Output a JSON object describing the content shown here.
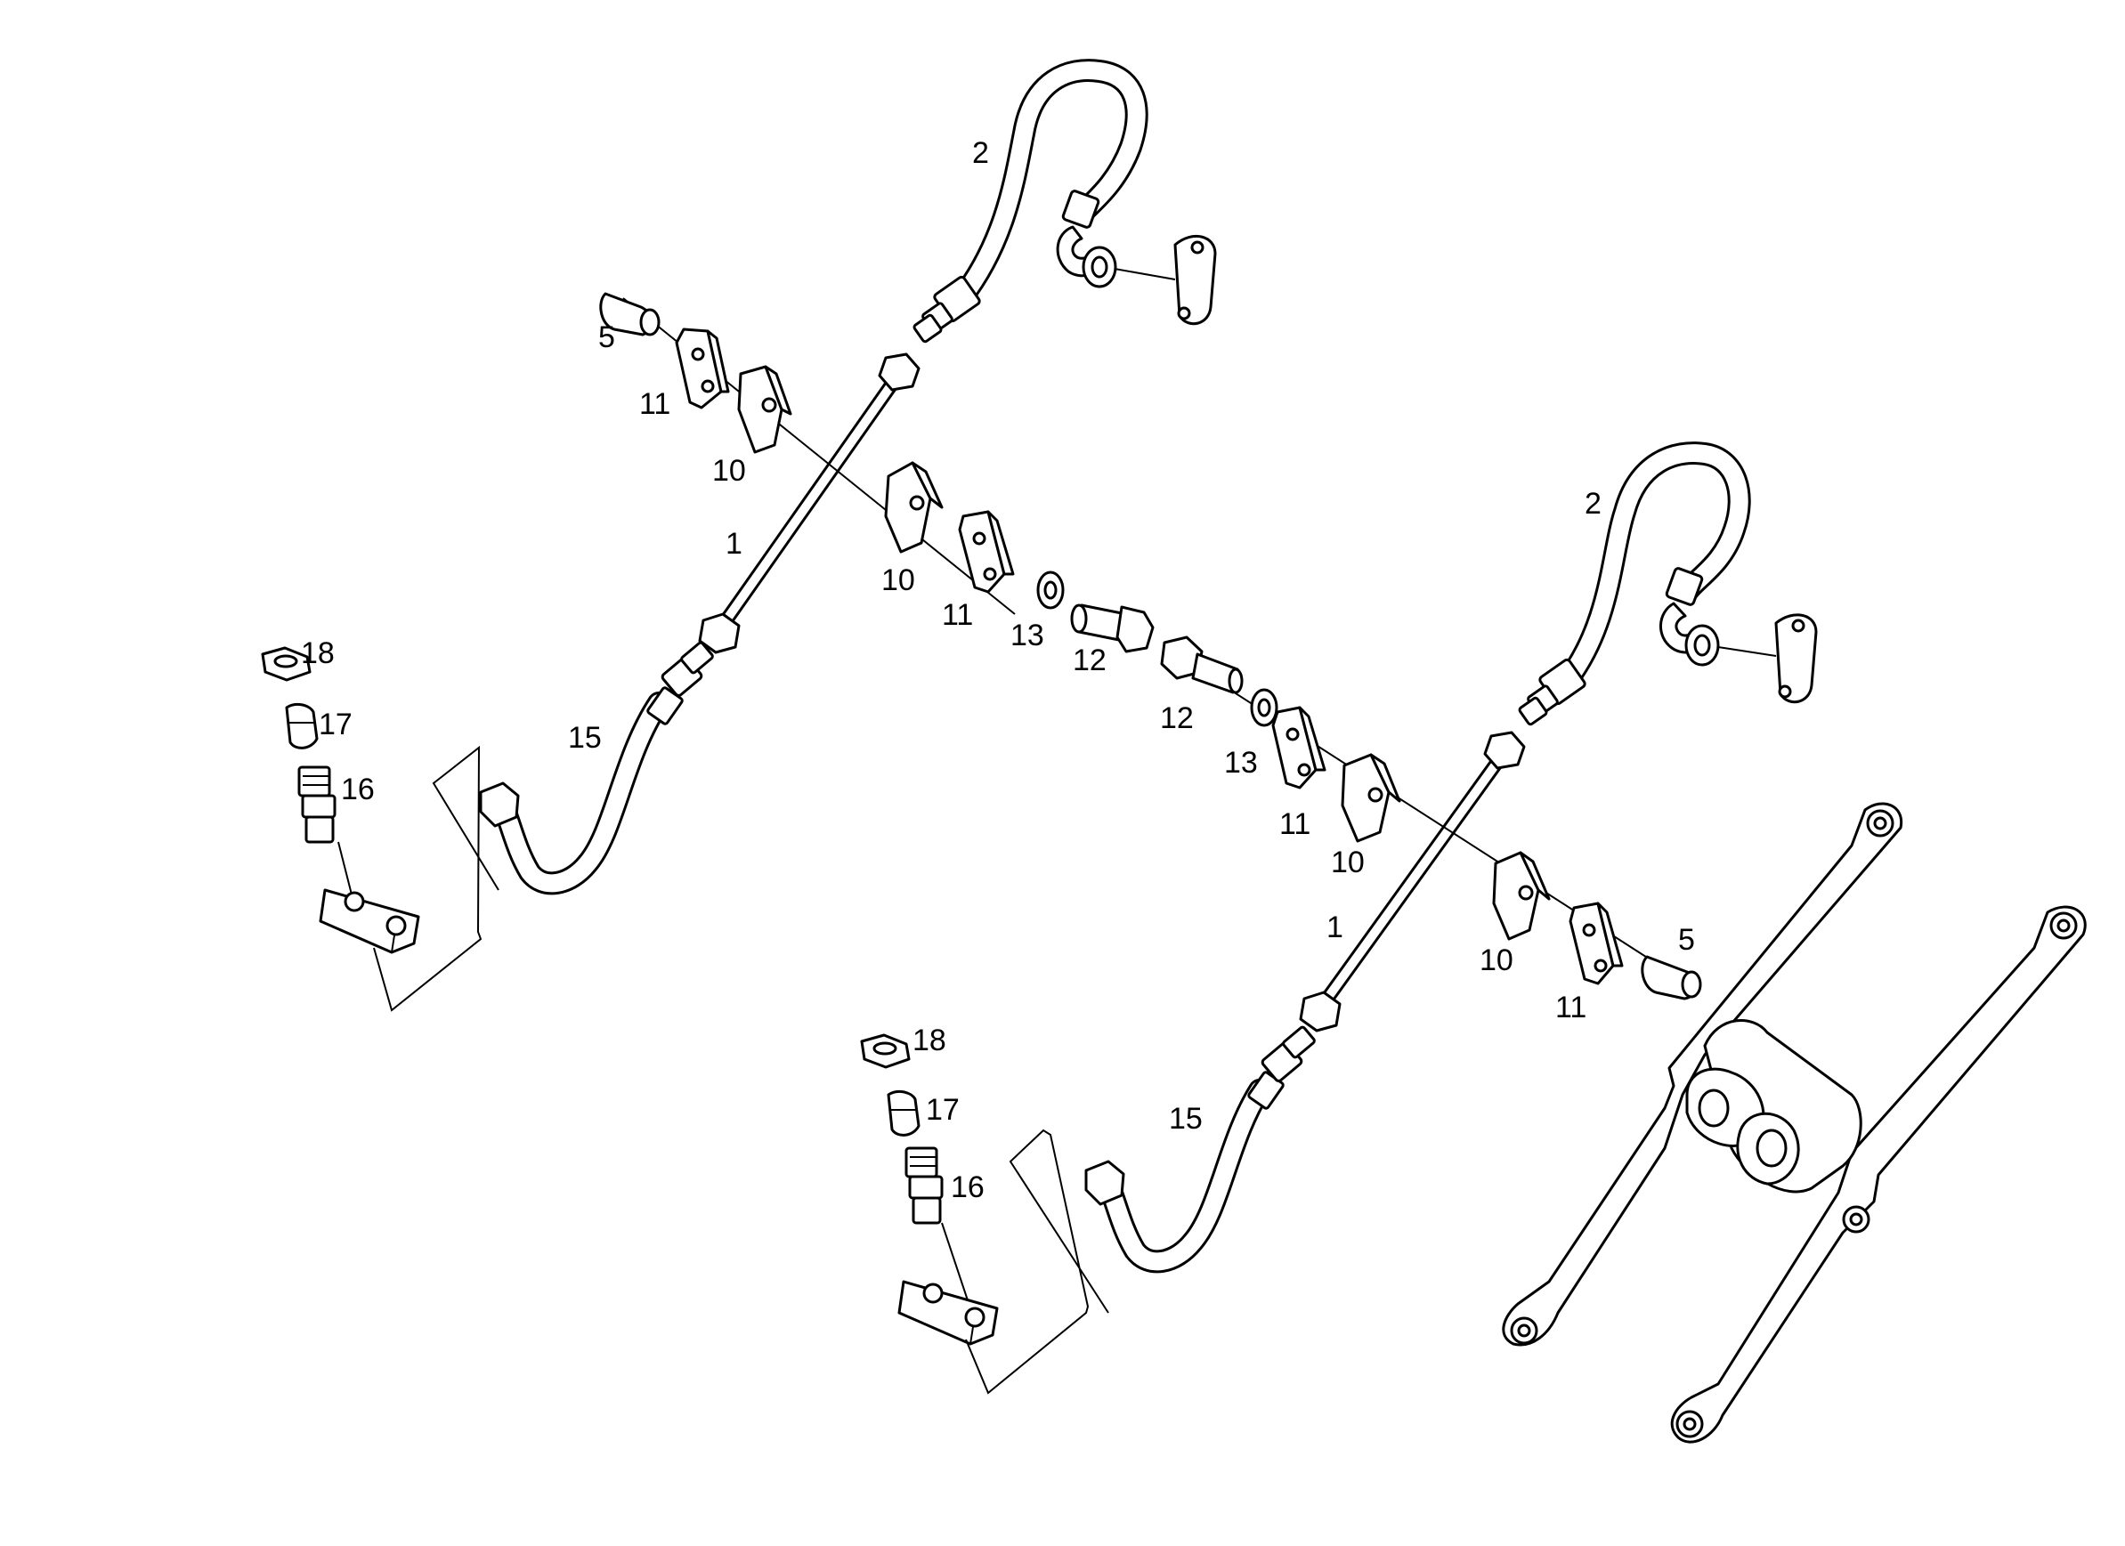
{
  "callouts": [
    {
      "label": "2"
    },
    {
      "label": "5"
    },
    {
      "label": "11"
    },
    {
      "label": "10"
    },
    {
      "label": "1"
    },
    {
      "label": "10"
    },
    {
      "label": "11"
    },
    {
      "label": "13"
    },
    {
      "label": "12"
    },
    {
      "label": "18"
    },
    {
      "label": "17"
    },
    {
      "label": "16"
    },
    {
      "label": "15"
    },
    {
      "label": "2"
    },
    {
      "label": "12"
    },
    {
      "label": "13"
    },
    {
      "label": "11"
    },
    {
      "label": "10"
    },
    {
      "label": "5"
    },
    {
      "label": "1"
    },
    {
      "label": "10"
    },
    {
      "label": "11"
    },
    {
      "label": "18"
    },
    {
      "label": "17"
    },
    {
      "label": "16"
    },
    {
      "label": "15"
    }
  ],
  "colors": {
    "line": "#000000",
    "fill": "#ffffff",
    "background": "#ffffff"
  }
}
